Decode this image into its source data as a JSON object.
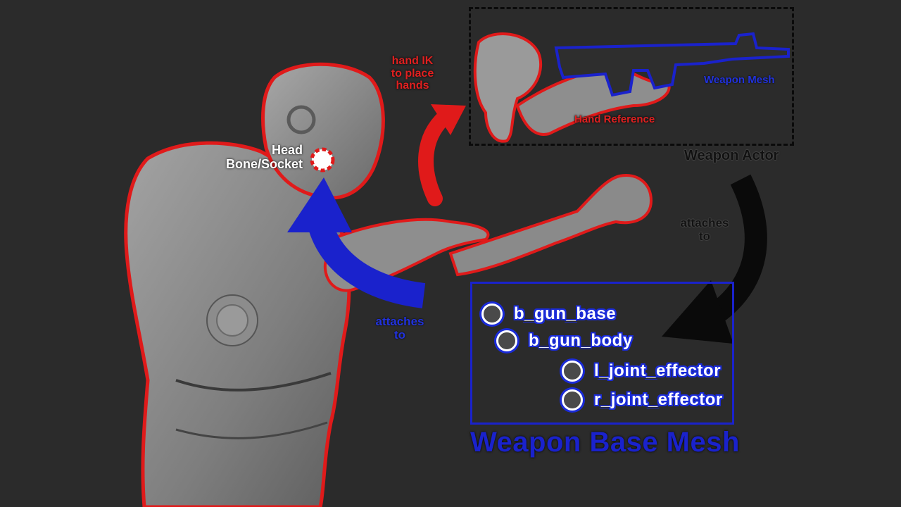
{
  "labels": {
    "head_socket": [
      "Head",
      "Bone/Socket"
    ],
    "hand_ik": [
      "hand IK",
      "to place",
      "hands"
    ],
    "attaches_to_blue": [
      "attaches",
      "to"
    ],
    "attaches_to_black": [
      "attaches",
      "to"
    ],
    "weapon_mesh": "Weapon Mesh",
    "hand_reference": "Hand Reference",
    "weapon_actor": "Weapon Actor",
    "weapon_base_mesh": "Weapon Base Mesh"
  },
  "bones": [
    "b_gun_base",
    "b_gun_body",
    "l_joint_effector",
    "r_joint_effector"
  ],
  "colors": {
    "background": "#2b2b2b",
    "mannequin": "#8a8a8a",
    "red_outline": "#e01a1a",
    "blue": "#1a22cc",
    "black": "#0a0a0a"
  }
}
